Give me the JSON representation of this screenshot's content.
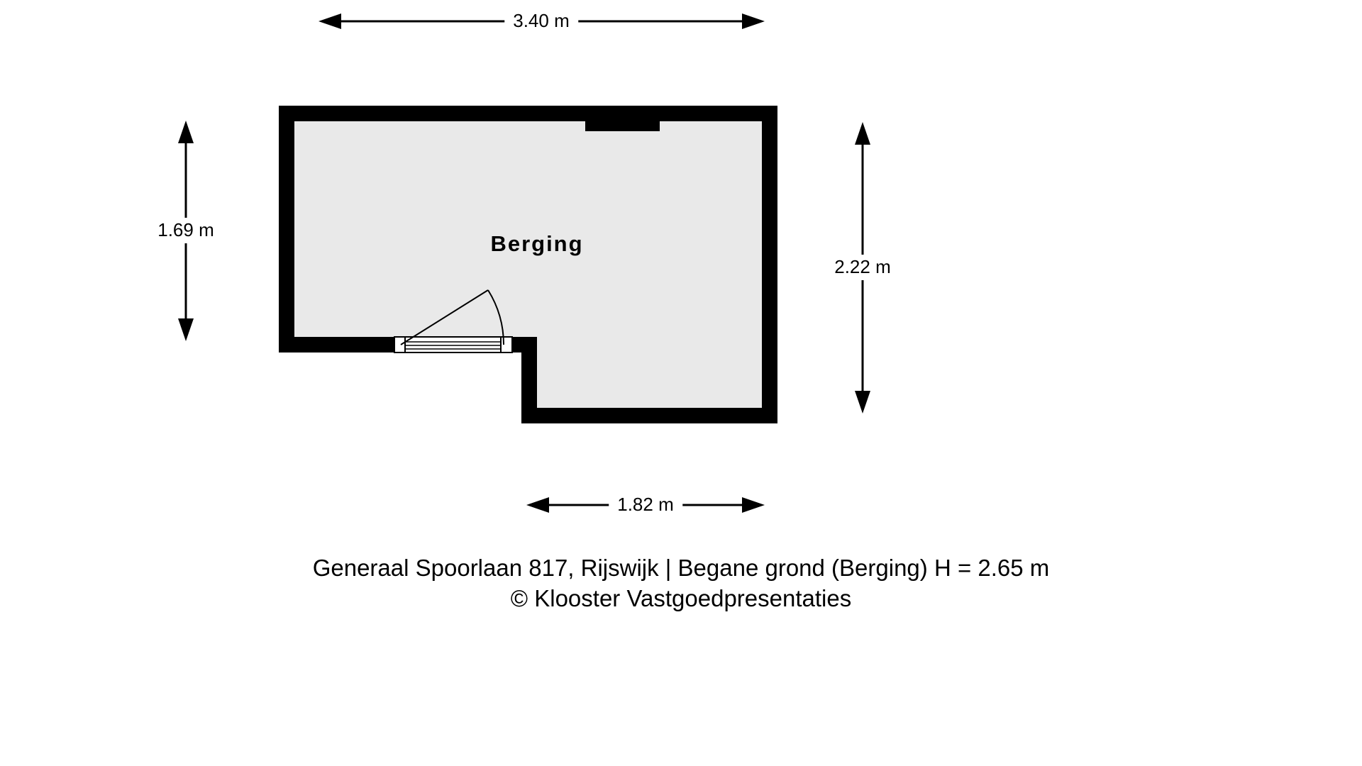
{
  "floorplan": {
    "room_label": "Berging",
    "dimensions": {
      "top": "3.40 m",
      "left": "1.69 m",
      "right": "2.22 m",
      "bottom": "1.82 m"
    },
    "caption": {
      "line1": "Generaal Spoorlaan 817, Rijswijk | Begane grond (Berging) H = 2.65 m",
      "line2": "© Klooster Vastgoedpresentaties"
    },
    "colors": {
      "wall": "#000000",
      "floor": "#e9e9e9",
      "background": "#ffffff",
      "text": "#000000"
    }
  }
}
